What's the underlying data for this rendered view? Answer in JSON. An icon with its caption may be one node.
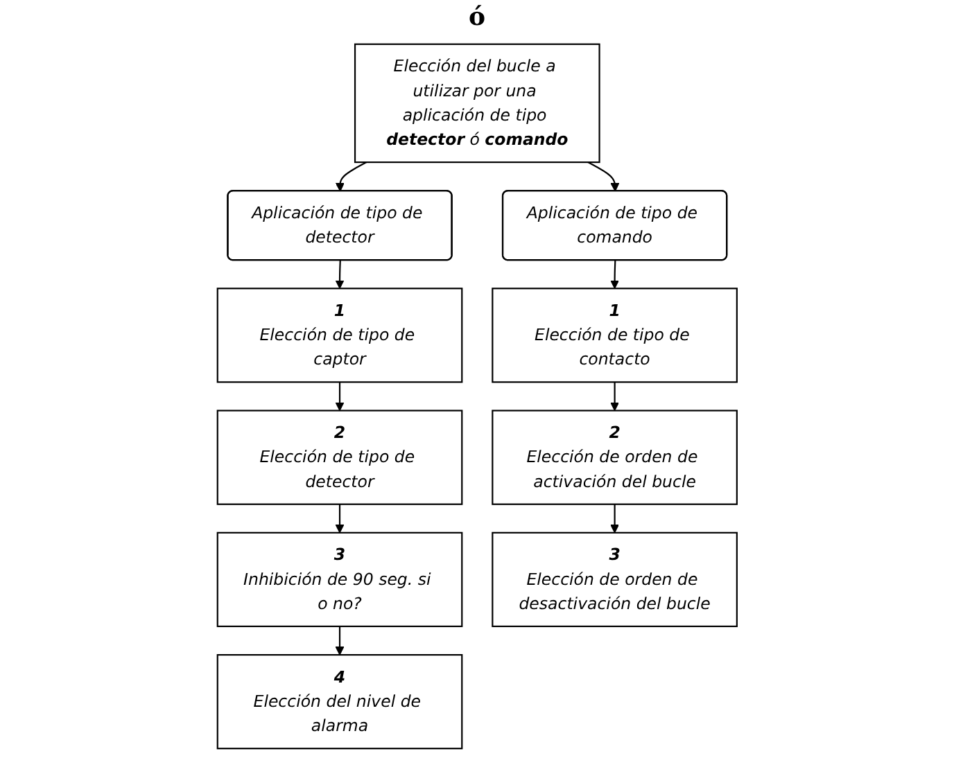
{
  "diagram": {
    "nodes": [
      {
        "text": [
          "Elección del bucle a utilizar por una aplicación de tipo **detector** ó **comando**"
        ]
      },
      {
        "text": [
          "Aplicación de tipo de detector"
        ]
      },
      {
        "text": [
          "Aplicación de tipo de comando"
        ]
      },
      {
        "text": [
          "1",
          "Elección de tipo de captor"
        ]
      },
      {
        "text": [
          "2",
          "Elección de tipo de detector"
        ]
      },
      {
        "text": [
          "3",
          "Inhibición de 90 seg. si o no?"
        ]
      },
      {
        "text": [
          "4",
          "Elección del nivel de alarma"
        ]
      },
      {
        "text": [
          "1",
          "Elección de tipo de contacto"
        ]
      },
      {
        "text": [
          "2",
          "Elección de orden de activación del bucle"
        ]
      },
      {
        "text": [
          "3",
          "Elección de orden de desactivación del bucle"
        ]
      }
    ],
    "edges": [
      {
        "from": 0,
        "to": 1,
        "arrow": "to"
      },
      {
        "from": 0,
        "to": 2,
        "arrow": "to"
      },
      {
        "from": 1,
        "to": 3,
        "arrow": "to"
      },
      {
        "from": 3,
        "to": 4,
        "arrow": "to"
      },
      {
        "from": 4,
        "to": 5,
        "arrow": "to"
      },
      {
        "from": 5,
        "to": 6,
        "arrow": "to"
      },
      {
        "from": 2,
        "to": 7,
        "arrow": "to"
      },
      {
        "from": 7,
        "to": 8,
        "arrow": "to"
      },
      {
        "from": 8,
        "to": 9,
        "arrow": "to"
      }
    ],
    "labels": [
      "ó"
    ]
  }
}
